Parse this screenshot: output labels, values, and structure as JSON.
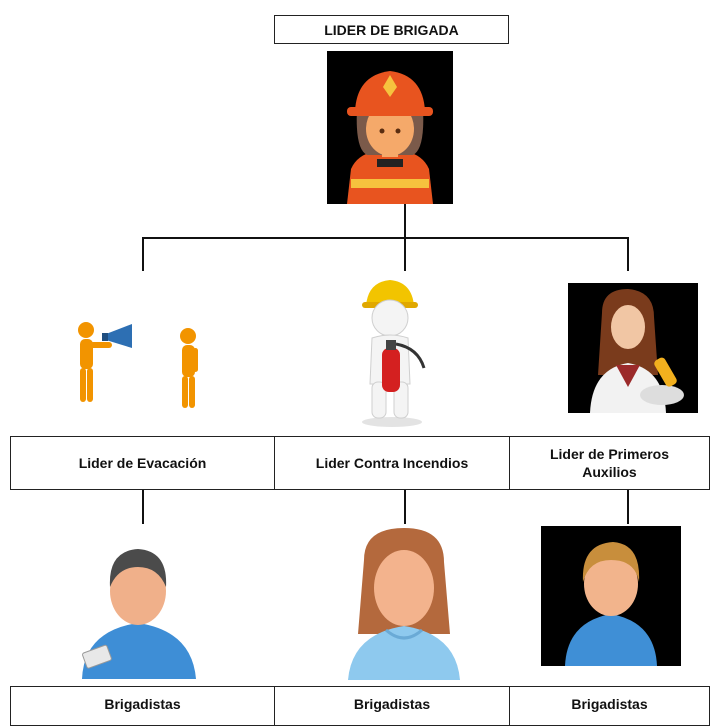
{
  "top": {
    "title": "LIDER DE BRIGADA"
  },
  "leaders": [
    {
      "label": "Lider de Evacación"
    },
    {
      "label": "Lider Contra Incendios"
    },
    {
      "label": "Lider de Primeros Auxilios"
    }
  ],
  "brigades": [
    {
      "label": "Brigadistas"
    },
    {
      "label": "Brigadistas"
    },
    {
      "label": "Brigadistas"
    }
  ],
  "icons": {
    "top": "firefighter-woman-icon",
    "evacuation": "megaphone-figures-icon",
    "fire": "fire-extinguisher-figure-icon",
    "first_aid": "doctor-woman-icon",
    "brigade_1": "man-user-icon",
    "brigade_2": "woman-user-icon",
    "brigade_3": "boy-user-icon"
  },
  "colors": {
    "line": "#111111",
    "dark_bg": "#000000",
    "orange": "#e8541f",
    "skin": "#f5a96a"
  }
}
